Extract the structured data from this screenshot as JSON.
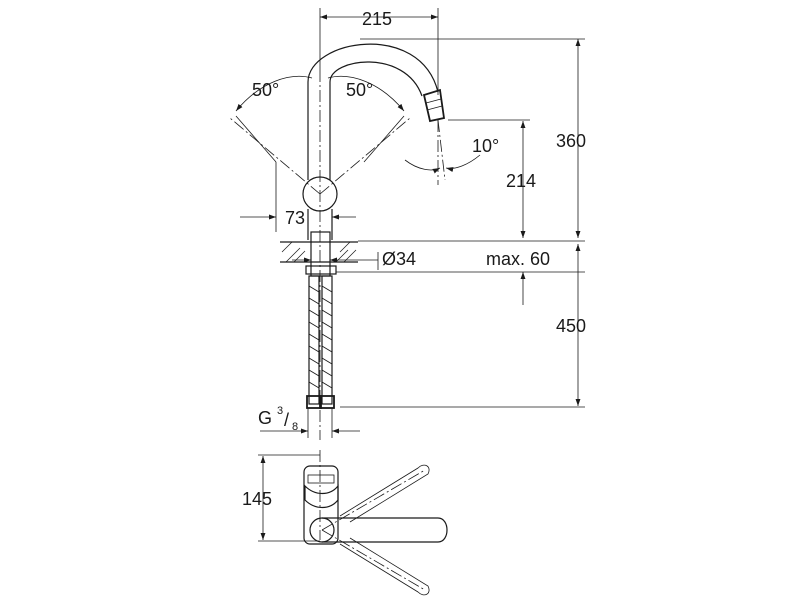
{
  "dimensions": {
    "spout_reach": "215",
    "angle_left": "50°",
    "angle_right": "50°",
    "spout_angle": "10°",
    "total_height": "360",
    "spout_outlet_height": "214",
    "lever_offset": "73",
    "hole_diameter": "Ø34",
    "max_thickness": "max. 60",
    "hose_length": "450",
    "thread_g": "G",
    "thread_num": "3",
    "thread_slash": "/",
    "thread_den": "8",
    "plan_depth": "145"
  },
  "colors": {
    "line": "#1a1a1a",
    "background": "#ffffff"
  }
}
